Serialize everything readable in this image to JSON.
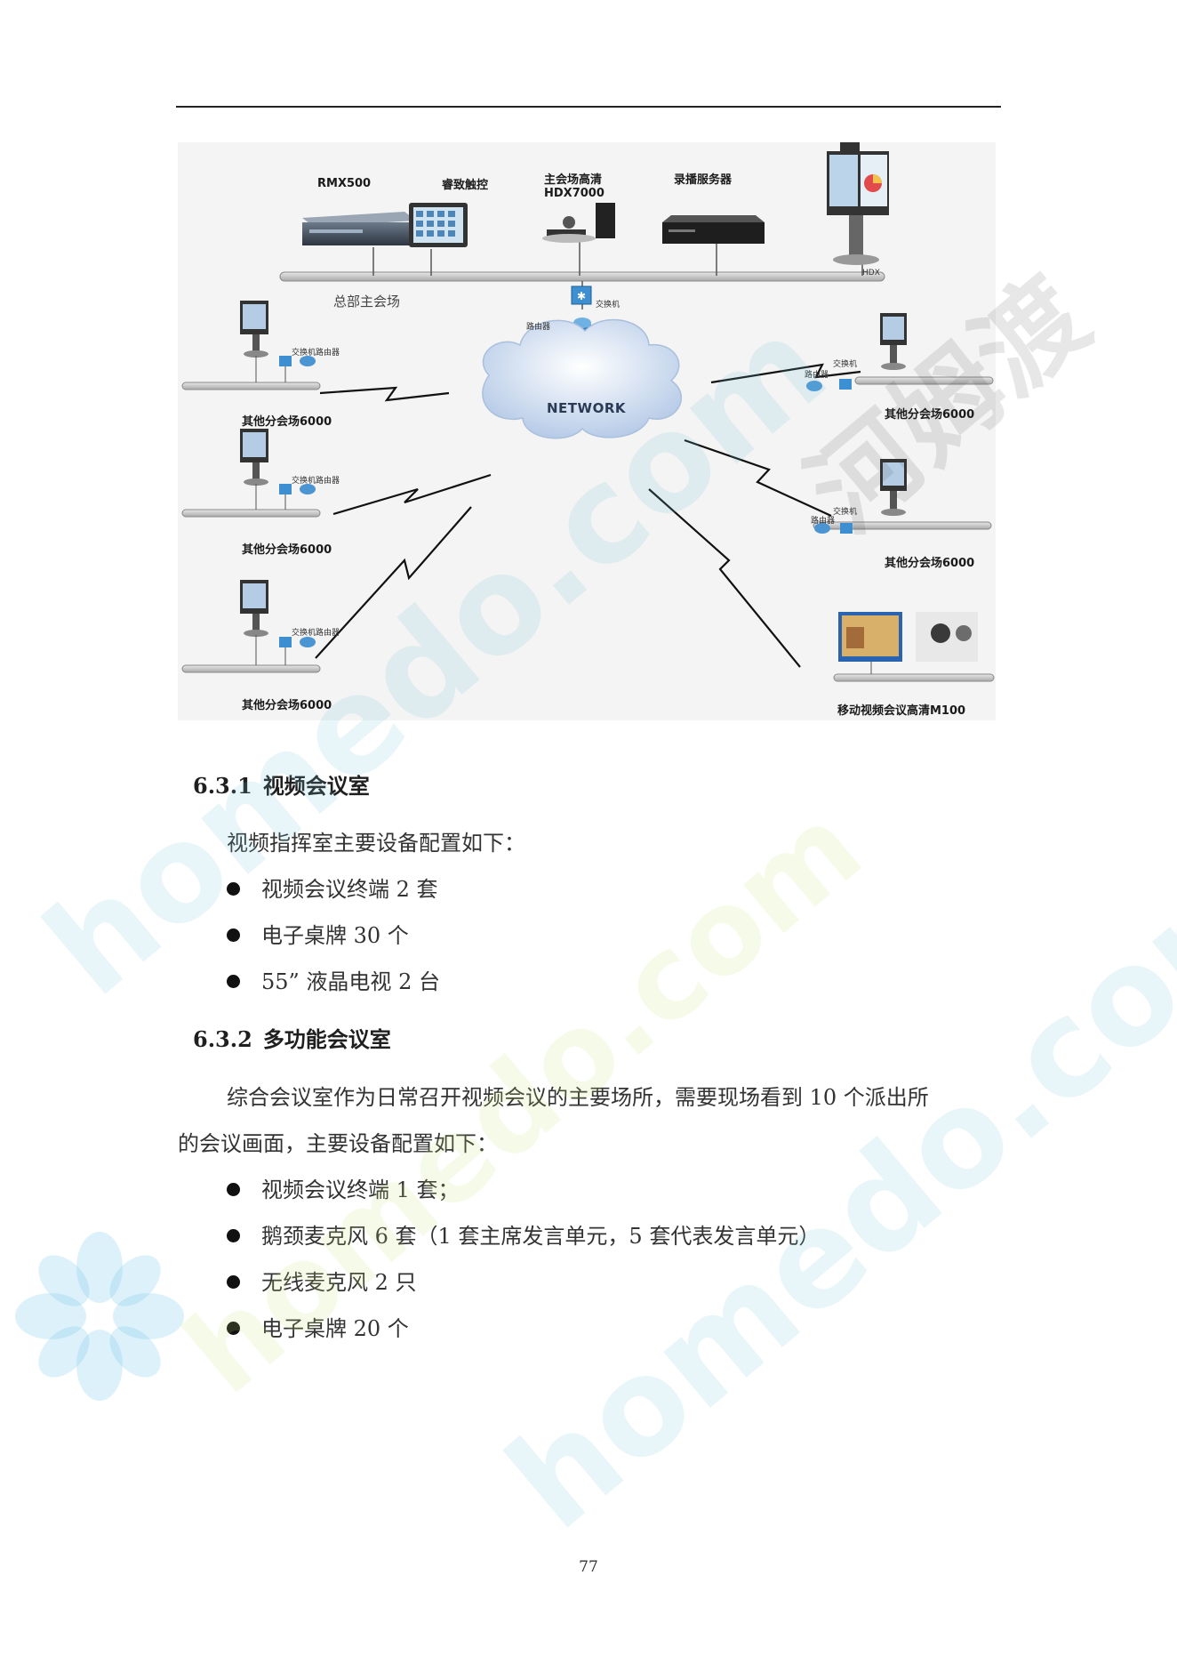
{
  "diagram": {
    "top_devices": [
      {
        "label": "RMX500"
      },
      {
        "label": "睿致触控"
      },
      {
        "label": "主会场高清\nHDX7000"
      },
      {
        "label": "录播服务器"
      }
    ],
    "hdx_label": "HDX",
    "hq_label": "总部主会场",
    "switch_label": "交换机",
    "router_label": "路由器",
    "network_label": "NETWORK",
    "branch_label": "其他分会场6000",
    "switch_router_label": "交换机路由器",
    "mobile_label": "移动视频会议高清M100"
  },
  "sections": [
    {
      "number": "6.3.1",
      "title": "视频会议室",
      "intro": "视频指挥室主要设备配置如下：",
      "items": [
        "视频会议终端 2 套",
        "电子桌牌 30 个",
        "55” 液晶电视 2 台"
      ]
    },
    {
      "number": "6.3.2",
      "title": "多功能会议室",
      "intro_line1": "综合会议室作为日常召开视频会议的主要场所，需要现场看到 10 个派出所",
      "intro_line2": "的会议画面，主要设备配置如下：",
      "items": [
        "视频会议终端 1 套；",
        "鹅颈麦克风 6 套（1 套主席发言单元，5 套代表发言单元）",
        "无线麦克风 2 只",
        "电子桌牌 20 个"
      ]
    }
  ],
  "page_number": "77",
  "watermark": {
    "text": "homedo.com",
    "logo": "河姆渡"
  }
}
